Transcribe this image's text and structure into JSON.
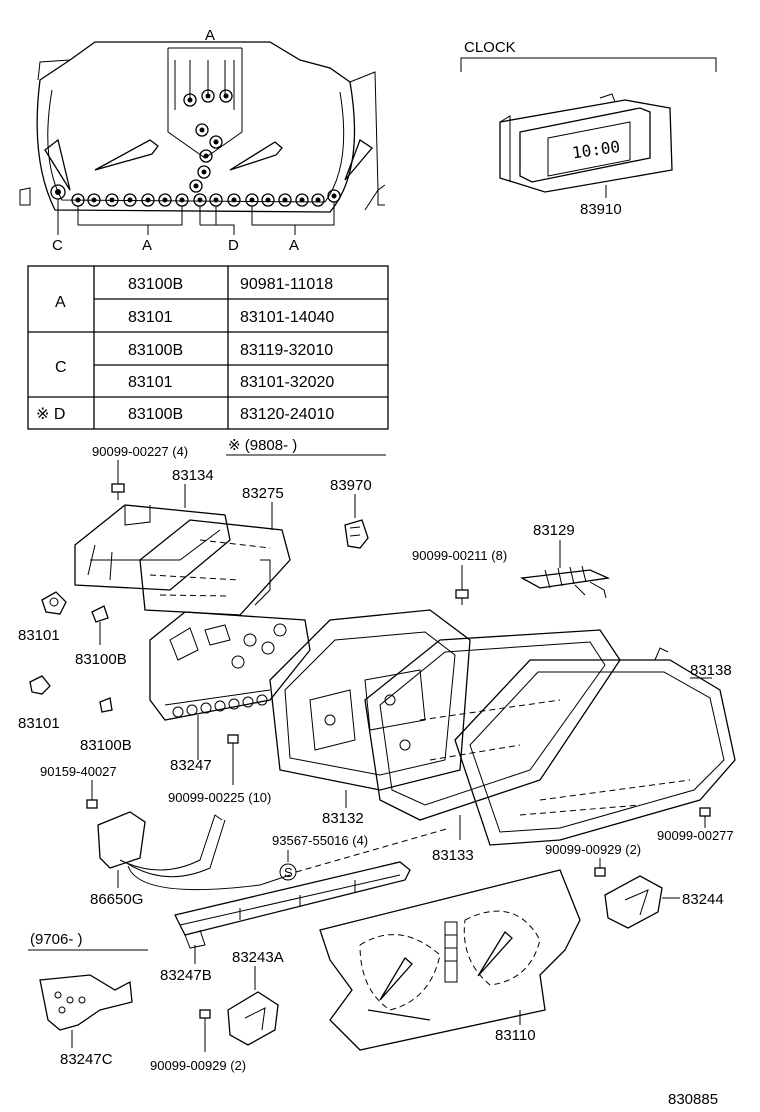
{
  "cluster_labels": {
    "top_a": "A",
    "bottom_c": "C",
    "bottom_a1": "A",
    "bottom_d": "D",
    "bottom_a2": "A"
  },
  "clock": {
    "title": "CLOCK",
    "display": "10:00",
    "part": "83910"
  },
  "table": {
    "rows": [
      {
        "group": "A",
        "part": "83100B",
        "number": "90981-11018"
      },
      {
        "group": "",
        "part": "83101",
        "number": "83101-14040"
      },
      {
        "group": "C",
        "part": "83100B",
        "number": "83119-32010"
      },
      {
        "group": "",
        "part": "83101",
        "number": "83101-32020"
      },
      {
        "group": "※ D",
        "part": "83100B",
        "number": "83120-24010"
      }
    ],
    "note": "※ (9808-        )"
  },
  "parts": {
    "p90099_00227": "90099-00227 (4)",
    "p83134": "83134",
    "p83275": "83275",
    "p83970": "83970",
    "p83129": "83129",
    "p90099_00211": "90099-00211 (8)",
    "p83101a": "83101",
    "p83100Ba": "83100B",
    "p83138": "83138",
    "p83101b": "83101",
    "p83100Bb": "83100B",
    "p83247": "83247",
    "p90159_40027": "90159-40027",
    "p90099_00225": "90099-00225 (10)",
    "p83132": "83132",
    "p90099_00277": "90099-00277",
    "p93567_55016": "93567-55016 (4)",
    "p83133": "83133",
    "p90099_00929a": "90099-00929 (2)",
    "p83244": "83244",
    "p86650G": "86650G",
    "s_mark": "S",
    "note9706": "(9706-      )",
    "p83243A": "83243A",
    "p83247B": "83247B",
    "p83110": "83110",
    "p83247C": "83247C",
    "p90099_00929b": "90099-00929 (2)",
    "diagram_id": "830885"
  }
}
